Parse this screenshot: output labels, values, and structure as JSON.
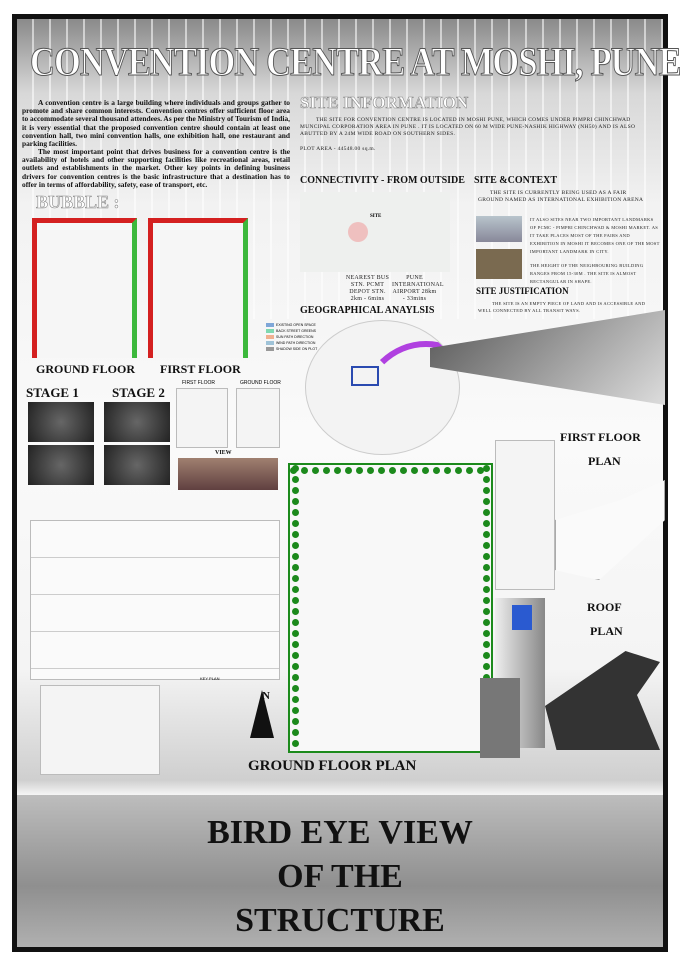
{
  "title": "CONVENTION CENTRE AT MOSHI, PUNE",
  "intro": {
    "p1": "A convention centre is a large building where individuals and groups gather to promote and share common interests. Convention centres offer sufficient floor area to accommodate several thousand attendees. As per the Ministry of Tourism of India, it is very essential that the proposed convention centre should contain at least one convention hall, two mini convention halls, one exhibition hall, one restaurant and parking facilities.",
    "p2": "The most important point that drives business for a convention centre is the availability of hotels and other supporting facilities like recreational areas, retail outlets and establishments in the market. Other key points in defining business drivers for convention centres is the basic infrastructure that a destination has to offer in terms of affordability, safety, ease of transport, etc."
  },
  "bubble": {
    "heading": "BUBBLE :",
    "ground": "GROUND FLOOR",
    "first": "FIRST FLOOR"
  },
  "site_info": {
    "heading": "SITE INFORMATION",
    "text": "THE SITE FOR CONVENTION CENTRE IS LOCATED IN MOSHI PUNE, WHICH COMES UNDER PIMPRI CHINCHWAD MUNCIPAL CORPORATION AREA IN PUNE . IT IS LOCATED ON 60 M WIDE PUNE-NASHIK HIGHWAY (NH50) AND IS ALSO ABUTTED BY A 24M WIDE ROAD ON SOUTHERN SIDES.",
    "plot": "PLOT AREA - 44548.00 sq.m."
  },
  "connectivity": {
    "heading": "CONNECTIVITY - FROM OUTSIDE",
    "site_label": "SITE",
    "bus": "NEAREST BUS STN. PCMT DEPOT STN. 2km - 6mins",
    "airport": "PUNE INTERNATIONAL AIRPORT 28km - 33mins"
  },
  "context": {
    "heading": "SITE &CONTEXT",
    "text1": "THE SITE IS CURRENTLY BEING USED AS A FAIR GROUND NAMED AS INTERNATIONAL EXHIBITION ARENA",
    "text2": "IT ALSO SITES NEAR TWO IMPORTANT LANDMARKS OF PCMC - PIMPRI CHINCHWAD & MOSHI MARKET. AS IT TAKE PLACES MOST OF THE FAIRS AND EXHIBITION IN MOSHI IT BECOMES ONE OF THE MOST IMPORTANT LANDMARK IN CITY.",
    "text3": "THE HEIGHT OF THE NEIGHBOURING BUILDING RANGES FROM 15-30M . THE SITE IS ALMOST RECTANGULAR IN SHAPE.",
    "just_heading": "SITE JUSTIFICATION",
    "just_text": "THE SITE IS AN EMPTY PIECE OF LAND AND IS ACCESSIBLE AND WELL CONNECTED BY ALL TRANSIT WAYS."
  },
  "geo": {
    "heading": "GEOGRAPHICAL ANAYLSIS",
    "legend": [
      {
        "label": "EXISTING OPEN SPACE",
        "color": "#7fa7d8"
      },
      {
        "label": "BACK STREET GREENS",
        "color": "#7fd8b0"
      },
      {
        "label": "SUN PATH DIRECTION",
        "color": "#f0b090"
      },
      {
        "label": "WIND PATH DIRECTION",
        "color": "#9fc3d8"
      },
      {
        "label": "SHADOW SIDE ON PLOT",
        "color": "#999999"
      }
    ]
  },
  "stages": {
    "s1": "STAGE 1",
    "s2": "STAGE 2",
    "first": "FIRST FLOOR",
    "ground": "GROUND FLOOR",
    "view": "VIEW"
  },
  "plans": {
    "first_floor": "FIRST FLOOR",
    "first_plan": "PLAN",
    "roof": "ROOF",
    "roof_plan": "PLAN",
    "ground_floor": "GROUND FLOOR PLAN",
    "north": "N",
    "key_plan": "KEY PLAN"
  },
  "bottom": {
    "line1": "BIRD EYE VIEW",
    "line2": "OF THE",
    "line3": "STRUCTURE"
  },
  "colors": {
    "frame": "#111111",
    "tree": "#1c8a1c",
    "bubble_red": "#d42020",
    "bubble_green": "#3cb83c",
    "arc": "#b040e0"
  }
}
